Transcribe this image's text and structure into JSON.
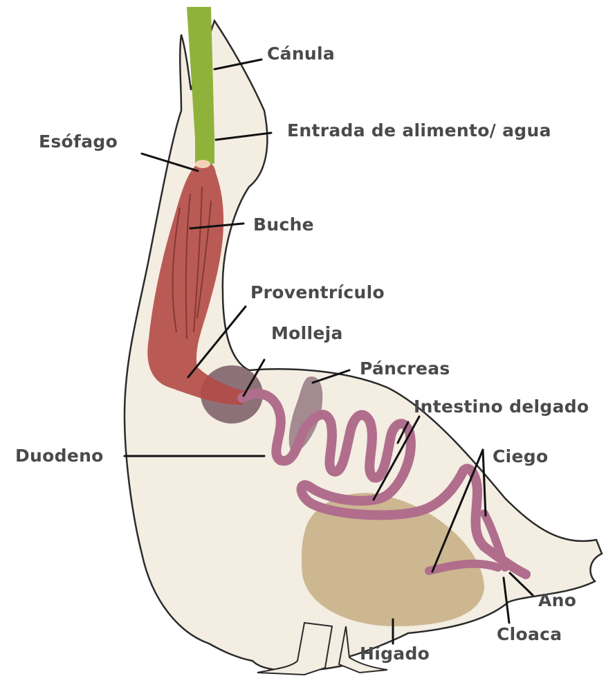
{
  "colors": {
    "body": "#f3ede2",
    "outline": "#2b2b2b",
    "cannula": "#8fb33a",
    "esophagus": "#b34a45",
    "gizzard": "#7a5a66",
    "pancreas": "#9b8088",
    "intestine": "#b06e8c",
    "liver": "#c4ad82",
    "label": "#4a4a4a"
  },
  "labels": {
    "canula": "Cánula",
    "entrada": "Entrada de alimento/ agua",
    "esofago": "Esófago",
    "buche": "Buche",
    "proventriculo": "Proventrículo",
    "molleja": "Molleja",
    "pancreas": "Páncreas",
    "intestino_delgado": "Intestino delgado",
    "duodeno": "Duodeno",
    "ciego": "Ciego",
    "ano": "Ano",
    "cloaca": "Cloaca",
    "higado": "Hígado"
  }
}
